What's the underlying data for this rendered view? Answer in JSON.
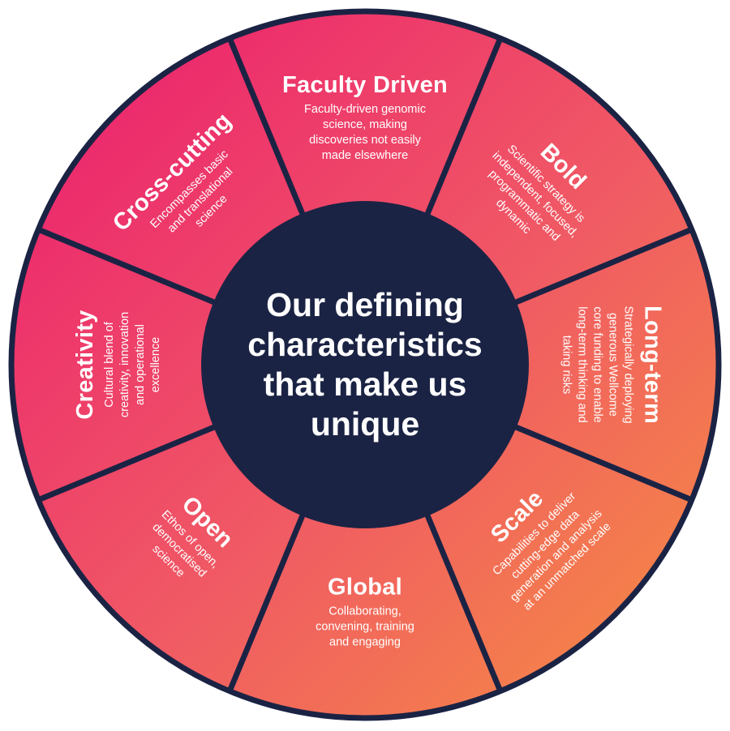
{
  "center_title": "Our defining\ncharacteristics\nthat make us\nunique",
  "colors": {
    "pink": "#ec286c",
    "orange": "#f58646",
    "navy": "#1b2344"
  },
  "segments": [
    {
      "title": "Faculty Driven",
      "body": "Faculty-driven  genomic\nscience, making\ndiscoveries not easily\nmade elsewhere"
    },
    {
      "title": "Bold",
      "body": "Scientific strategy is\nindependent, focused,\nprogrammatic and\ndynamic"
    },
    {
      "title": "Long-term",
      "body": "Strategically deploying\ngenerous Wellcome\ncore funding to enable\nlong-term thinking and\ntaking risks"
    },
    {
      "title": "Scale",
      "body": "Capabilities to deliver\ncutting-edge data\ngeneration and analysis\nat an unmatched scale"
    },
    {
      "title": "Global",
      "body": "Collaborating,\nconvening, training\nand engaging"
    },
    {
      "title": "Open",
      "body": "Ethos of open,\ndemocratised\nscience"
    },
    {
      "title": "Creativity",
      "body": "Cultural blend of\ncreativity, innovation\nand operational\nexcellence"
    },
    {
      "title": "Cross-cutting",
      "body": "Encompasses basic\nand translational\nscience"
    }
  ]
}
